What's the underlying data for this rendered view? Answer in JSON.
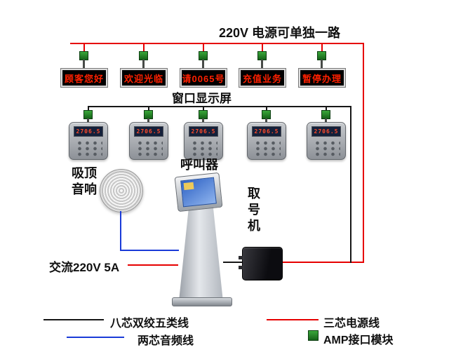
{
  "header": {
    "power_note": "220V  电源可单独一路"
  },
  "displays": {
    "label": "窗口显示屏",
    "items": [
      {
        "text": "顾客您好"
      },
      {
        "text": "欢迎光临"
      },
      {
        "text": "请0065号"
      },
      {
        "text": "充值业务"
      },
      {
        "text": "暂停办理"
      }
    ]
  },
  "callers": {
    "label": "呼叫器",
    "items": [
      {
        "value": "2706.5"
      },
      {
        "value": "2706.5"
      },
      {
        "value": "2706.5"
      },
      {
        "value": "2706.5"
      },
      {
        "value": "2706.5"
      }
    ]
  },
  "speaker": {
    "label": "吸顶\n音响"
  },
  "kiosk": {
    "label": "取号机"
  },
  "power": {
    "ac_label": "交流220V 5A"
  },
  "legend": {
    "cat5": "八芯双绞五类线",
    "power": "三芯电源线",
    "audio": "两芯音频线",
    "amp": "AMP接口模块"
  },
  "colors": {
    "power_line": "#e60000",
    "data_line": "#161616",
    "audio_line": "#1a3bd8",
    "amp_module_green": "#156218",
    "led_text": "#ff2000"
  }
}
